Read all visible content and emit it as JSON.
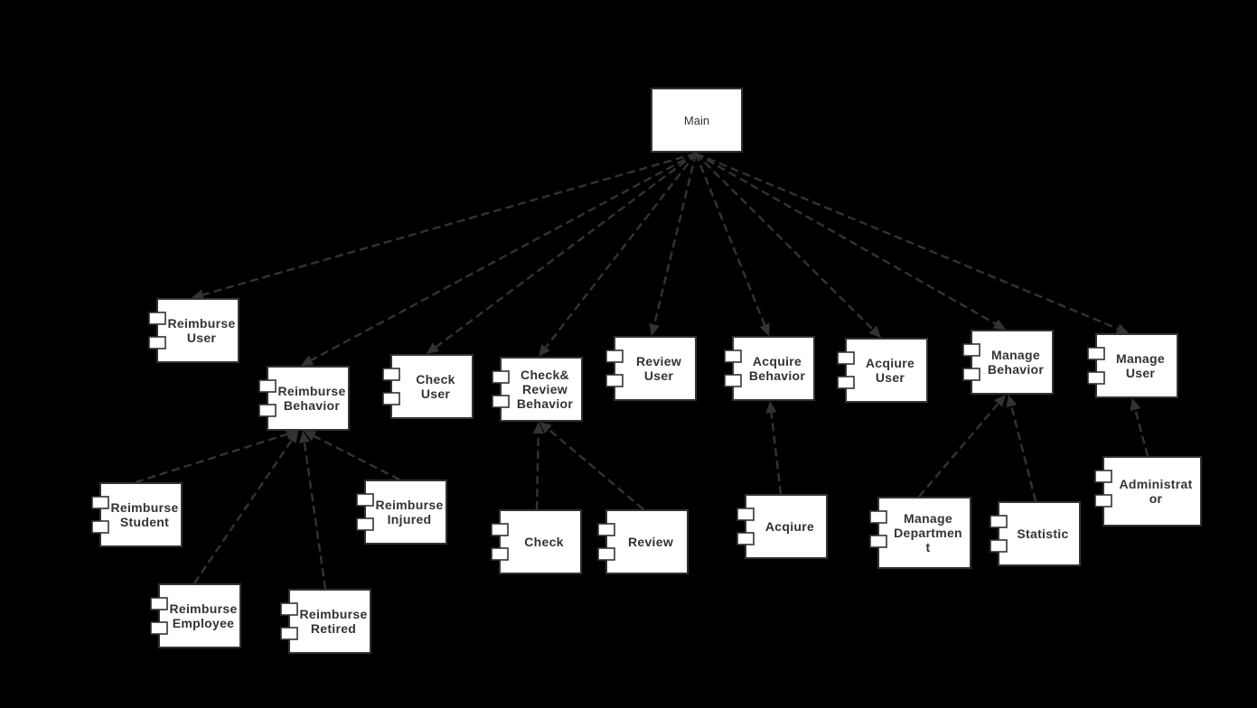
{
  "main": {
    "name": "Main"
  },
  "components": [
    {
      "id": "reimburse-user",
      "lines": [
        "Reimburse",
        "User"
      ]
    },
    {
      "id": "reimburse-behavior",
      "lines": [
        "Reimburse",
        "Behavior"
      ]
    },
    {
      "id": "check-user",
      "lines": [
        "Check",
        "User"
      ]
    },
    {
      "id": "check-review-behavior",
      "lines": [
        "Check&",
        "Review",
        "Behavior"
      ]
    },
    {
      "id": "review-user",
      "lines": [
        "Review",
        "User"
      ]
    },
    {
      "id": "acquire-behavior",
      "lines": [
        "Acquire",
        "Behavior"
      ]
    },
    {
      "id": "acqiure-user",
      "lines": [
        "Acqiure",
        "User"
      ]
    },
    {
      "id": "manage-behavior",
      "lines": [
        "Manage",
        "Behavior"
      ]
    },
    {
      "id": "manage-user",
      "lines": [
        "Manage",
        "User"
      ]
    },
    {
      "id": "reimburse-student",
      "lines": [
        "Reimburse",
        "Student"
      ]
    },
    {
      "id": "reimburse-injured",
      "lines": [
        "Reimburse",
        "Injured"
      ]
    },
    {
      "id": "reimburse-employee",
      "lines": [
        "Reimburse",
        "Employee"
      ]
    },
    {
      "id": "reimburse-retired",
      "lines": [
        "Reimburse",
        "Retired"
      ]
    },
    {
      "id": "check",
      "lines": [
        "Check"
      ]
    },
    {
      "id": "review",
      "lines": [
        "Review"
      ]
    },
    {
      "id": "acqiure",
      "lines": [
        "Acqiure"
      ]
    },
    {
      "id": "manage-department",
      "lines": [
        "Manage",
        "Departmen",
        "t"
      ]
    },
    {
      "id": "statistic",
      "lines": [
        "Statistic"
      ]
    },
    {
      "id": "administrator",
      "lines": [
        "Administrat",
        "or"
      ]
    }
  ],
  "dependencies": [
    {
      "from": "main",
      "to": "reimburse-user"
    },
    {
      "from": "main",
      "to": "reimburse-behavior"
    },
    {
      "from": "main",
      "to": "check-user"
    },
    {
      "from": "main",
      "to": "check-review-behavior"
    },
    {
      "from": "main",
      "to": "review-user"
    },
    {
      "from": "main",
      "to": "acquire-behavior"
    },
    {
      "from": "main",
      "to": "acqiure-user"
    },
    {
      "from": "main",
      "to": "manage-behavior"
    },
    {
      "from": "main",
      "to": "manage-user"
    },
    {
      "from": "reimburse-student",
      "to": "reimburse-behavior"
    },
    {
      "from": "reimburse-employee",
      "to": "reimburse-behavior"
    },
    {
      "from": "reimburse-retired",
      "to": "reimburse-behavior"
    },
    {
      "from": "reimburse-injured",
      "to": "reimburse-behavior"
    },
    {
      "from": "check",
      "to": "check-review-behavior"
    },
    {
      "from": "review",
      "to": "check-review-behavior"
    },
    {
      "from": "acqiure",
      "to": "acquire-behavior"
    },
    {
      "from": "manage-department",
      "to": "manage-behavior"
    },
    {
      "from": "statistic",
      "to": "manage-behavior"
    },
    {
      "from": "administrator",
      "to": "manage-user"
    }
  ]
}
